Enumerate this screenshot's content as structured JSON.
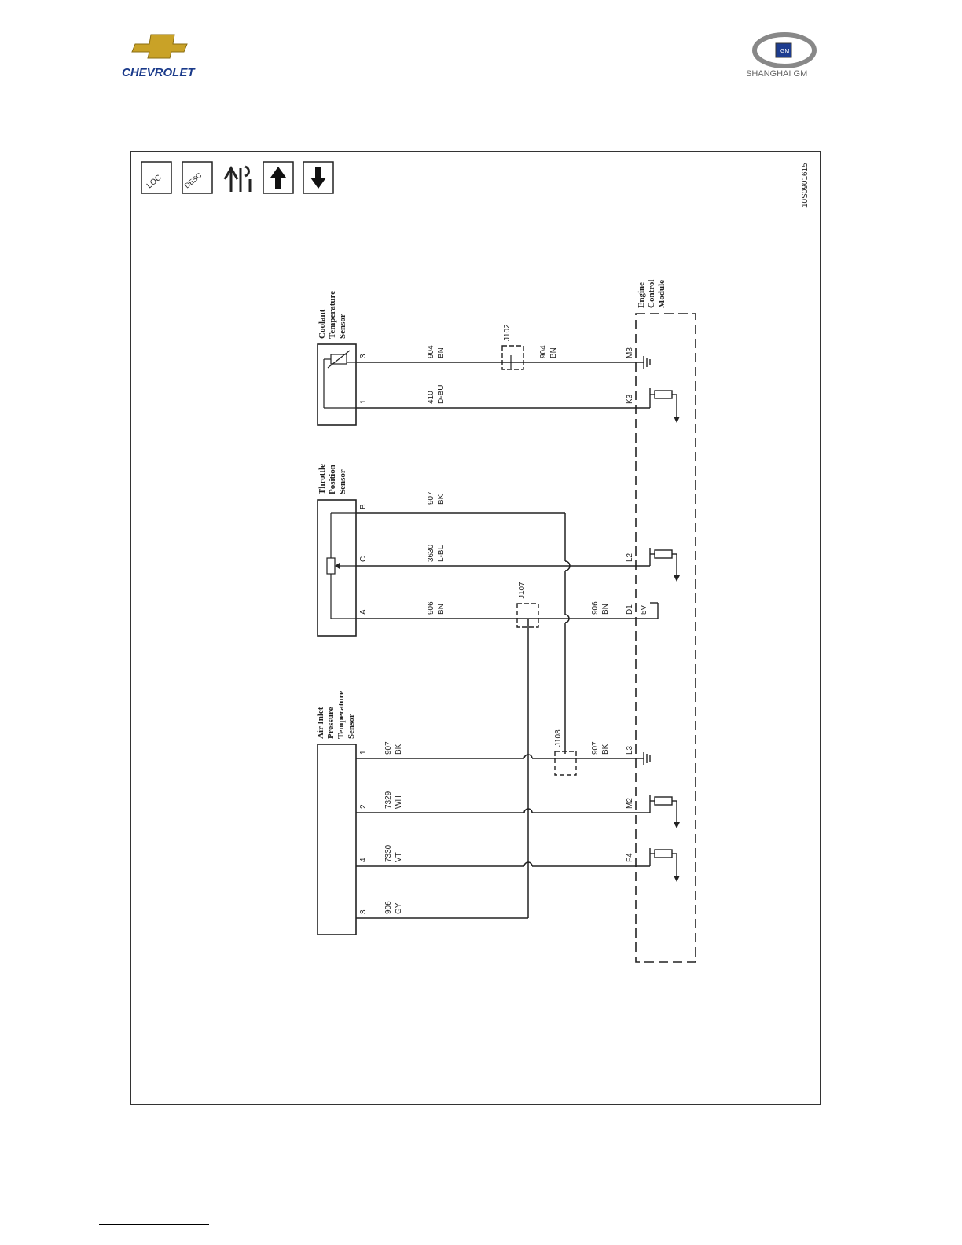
{
  "header": {
    "left_logo_text": "CHEVROLET",
    "right_logo_text": "SHANGHAI GM",
    "right_badge": "GM"
  },
  "toolbar": {
    "loc_label": "LOC",
    "desc_label": "DESC"
  },
  "diagram": {
    "figure_id": "10S0901615",
    "components": {
      "coolant": [
        "Coolant",
        "Temperature",
        "Sensor"
      ],
      "throttle": [
        "Throttle",
        "Position",
        "Sensor"
      ],
      "air_inlet": [
        "Air Inlet",
        "Pressure",
        "Temperature",
        "Sensor"
      ],
      "ecm": [
        "Engine",
        "Control",
        "Module"
      ]
    },
    "wires": {
      "c3": {
        "pin": "3",
        "num": "904",
        "color": "BN",
        "num2": "904",
        "color2": "BN",
        "ecm_pin": "M3"
      },
      "c1": {
        "pin": "1",
        "num": "410",
        "color": "D-BU",
        "ecm_pin": "K3"
      },
      "tB": {
        "pin": "B",
        "num": "907",
        "color": "BK"
      },
      "tC": {
        "pin": "C",
        "num": "3630",
        "color": "L-BU",
        "ecm_pin": "L2"
      },
      "tA": {
        "pin": "A",
        "num": "906",
        "color": "BN",
        "num2": "906",
        "color2": "BN",
        "ecm_pin": "D1",
        "supply": "5V"
      },
      "a1": {
        "pin": "1",
        "num": "907",
        "color": "BK",
        "num2": "907",
        "color2": "BK",
        "ecm_pin": "L3"
      },
      "a2": {
        "pin": "2",
        "num": "7329",
        "color": "WH",
        "ecm_pin": "M2"
      },
      "a4": {
        "pin": "4",
        "num": "7330",
        "color": "VT",
        "ecm_pin": "F4"
      },
      "a3": {
        "pin": "3",
        "num": "906",
        "color": "GY"
      }
    },
    "splices": {
      "j102": "J102",
      "j107": "J107",
      "j108": "J108"
    }
  }
}
